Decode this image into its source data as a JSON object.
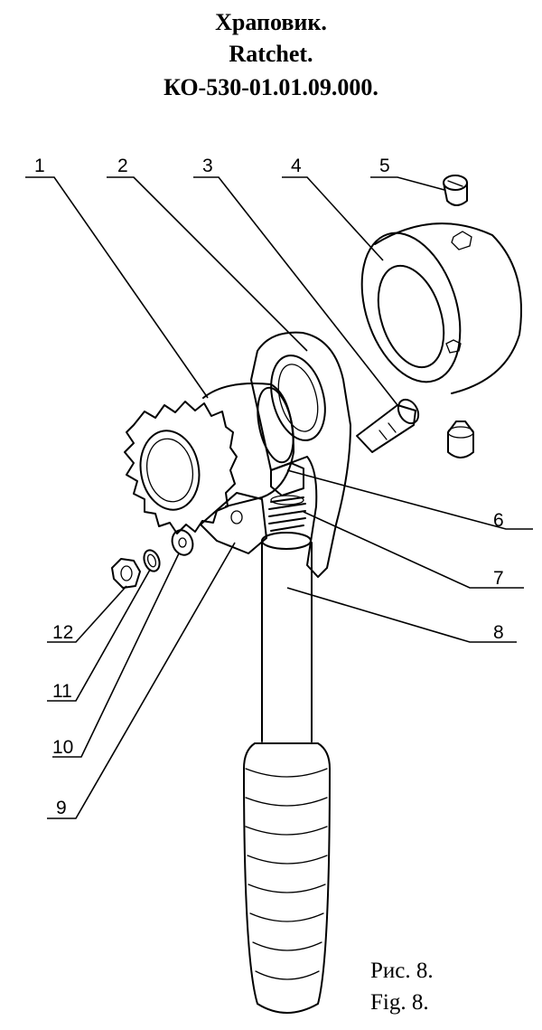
{
  "header": {
    "title_ru": "Храповик.",
    "title_en": "Ratchet.",
    "part_code": "КО-530-01.01.09.000."
  },
  "callouts": [
    "1",
    "2",
    "3",
    "4",
    "5",
    "6",
    "7",
    "8",
    "9",
    "10",
    "11",
    "12"
  ],
  "figure": {
    "caption_ru": "Рис. 8.",
    "caption_en": "Fig. 8."
  }
}
